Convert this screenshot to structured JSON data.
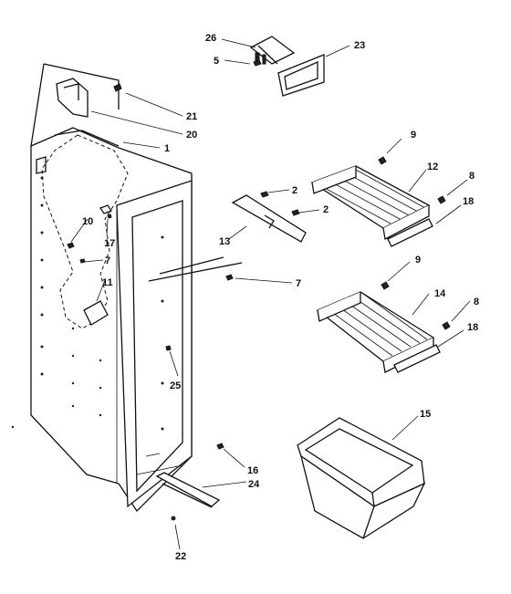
{
  "diagram": {
    "callouts": [
      {
        "id": "c26",
        "label": "26"
      },
      {
        "id": "c5",
        "label": "5"
      },
      {
        "id": "c23",
        "label": "23"
      },
      {
        "id": "c21",
        "label": "21"
      },
      {
        "id": "c20",
        "label": "20"
      },
      {
        "id": "c1",
        "label": "1"
      },
      {
        "id": "c9a",
        "label": "9"
      },
      {
        "id": "c12",
        "label": "12"
      },
      {
        "id": "c8a",
        "label": "8"
      },
      {
        "id": "c18a",
        "label": "18"
      },
      {
        "id": "c2a",
        "label": "2"
      },
      {
        "id": "c2b",
        "label": "2"
      },
      {
        "id": "c13",
        "label": "13"
      },
      {
        "id": "c10",
        "label": "10"
      },
      {
        "id": "c17",
        "label": "17"
      },
      {
        "id": "c7a",
        "label": "7"
      },
      {
        "id": "c11",
        "label": "11"
      },
      {
        "id": "c7b",
        "label": "7"
      },
      {
        "id": "c9b",
        "label": "9"
      },
      {
        "id": "c14",
        "label": "14"
      },
      {
        "id": "c8b",
        "label": "8"
      },
      {
        "id": "c18b",
        "label": "18"
      },
      {
        "id": "c25",
        "label": "25"
      },
      {
        "id": "c15",
        "label": "15"
      },
      {
        "id": "c16",
        "label": "16"
      },
      {
        "id": "c24",
        "label": "24"
      },
      {
        "id": "c22",
        "label": "22"
      }
    ]
  }
}
